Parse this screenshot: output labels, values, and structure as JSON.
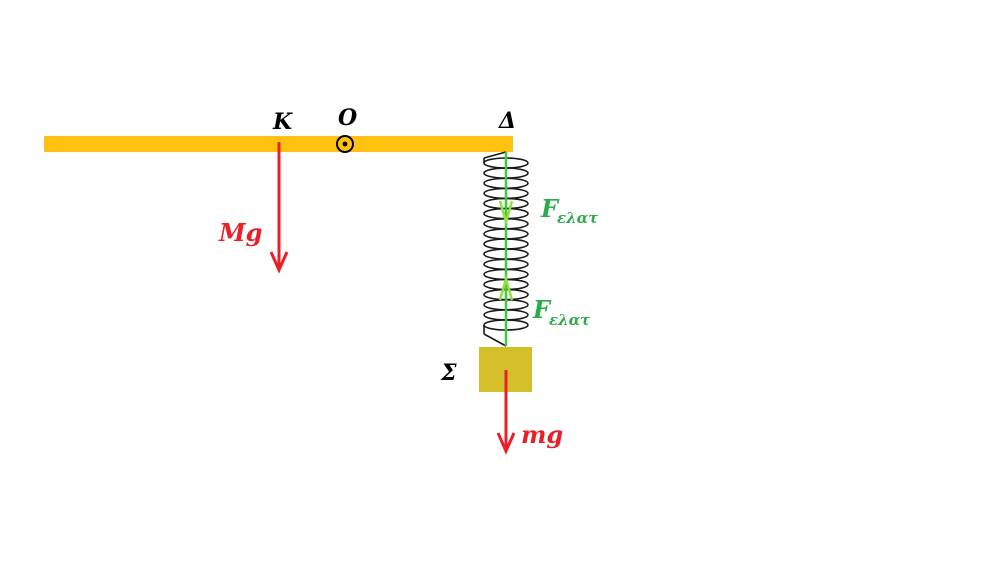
{
  "labels": {
    "point_k": "K",
    "pivot_o": "O",
    "point_delta": "Δ",
    "body_sigma": "Σ",
    "weight_rod": "Mg",
    "weight_block": "mg",
    "spring_force_symbol": "F",
    "spring_force_subscript": "ελατ"
  },
  "colors": {
    "rod": "#ffc20e",
    "block": "#d4bf2a",
    "weight_arrow": "#e8202a",
    "spring_force_arrow": "#3fc93f",
    "spring_force_label": "#2eaa4a",
    "spring_coil": "#1a1a1a",
    "text": "#000000"
  }
}
